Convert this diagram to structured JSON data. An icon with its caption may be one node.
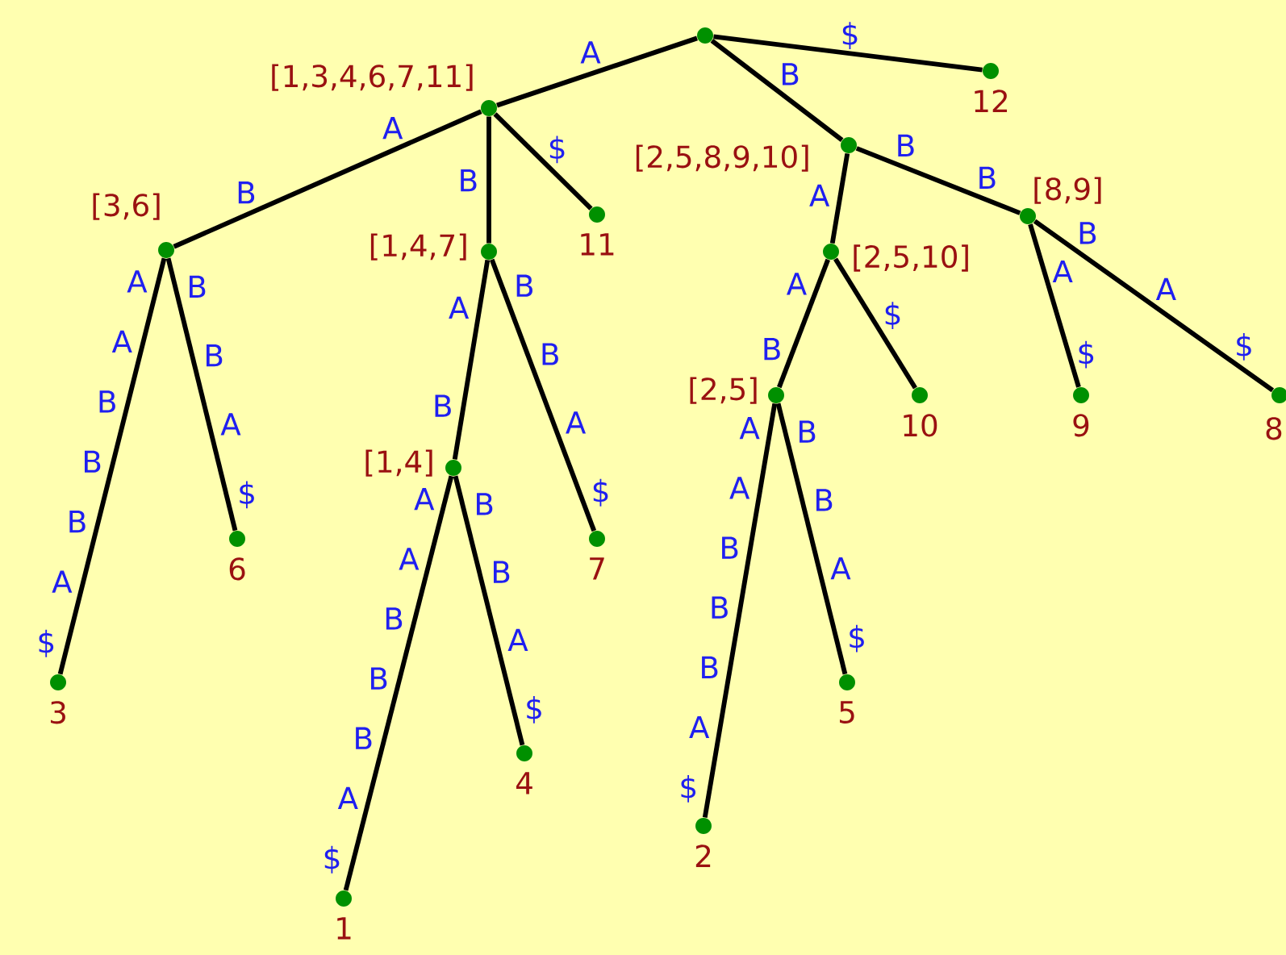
{
  "diagram": {
    "nodes": [
      {
        "text": [],
        "shape": "circle"
      },
      {
        "text": [],
        "shape": "circle",
        "beside": [
          "[1,3,4,6,7,11]"
        ]
      },
      {
        "text": [],
        "shape": "circle",
        "beside": [
          "12"
        ]
      },
      {
        "text": [],
        "shape": "circle",
        "beside": [
          "[2,5,8,9,10]"
        ]
      },
      {
        "text": [],
        "shape": "circle",
        "beside": [
          "[3,6]"
        ]
      },
      {
        "text": [],
        "shape": "circle",
        "beside": [
          "[1,4,7]"
        ]
      },
      {
        "text": [],
        "shape": "circle",
        "beside": [
          "11"
        ]
      },
      {
        "text": [],
        "shape": "circle",
        "beside": [
          "[8,9]"
        ]
      },
      {
        "text": [],
        "shape": "circle",
        "beside": [
          "[2,5,10]"
        ]
      },
      {
        "text": [],
        "shape": "circle",
        "beside": [
          "[2,5]"
        ]
      },
      {
        "text": [],
        "shape": "circle",
        "beside": [
          "10"
        ]
      },
      {
        "text": [],
        "shape": "circle",
        "beside": [
          "9"
        ]
      },
      {
        "text": [],
        "shape": "circle",
        "beside": [
          "8"
        ]
      },
      {
        "text": [],
        "shape": "circle",
        "beside": [
          "[1,4]"
        ]
      },
      {
        "text": [],
        "shape": "circle",
        "beside": [
          "6"
        ]
      },
      {
        "text": [],
        "shape": "circle",
        "beside": [
          "7"
        ]
      },
      {
        "text": [],
        "shape": "circle",
        "beside": [
          "3"
        ]
      },
      {
        "text": [],
        "shape": "circle",
        "beside": [
          "5"
        ]
      },
      {
        "text": [],
        "shape": "circle",
        "beside": [
          "4"
        ]
      },
      {
        "text": [],
        "shape": "circle",
        "beside": [
          "2"
        ]
      },
      {
        "text": [],
        "shape": "circle",
        "beside": [
          "1"
        ]
      }
    ],
    "edges": [
      {
        "from": 0,
        "to": 1,
        "arrow": "none",
        "label": "A"
      },
      {
        "from": 0,
        "to": 2,
        "arrow": "none",
        "label": "$"
      },
      {
        "from": 0,
        "to": 3,
        "arrow": "none",
        "label": "B"
      },
      {
        "from": 1,
        "to": 4,
        "arrow": "none",
        "label": "A B"
      },
      {
        "from": 1,
        "to": 5,
        "arrow": "none",
        "label": "B"
      },
      {
        "from": 1,
        "to": 6,
        "arrow": "none",
        "label": "$"
      },
      {
        "from": 4,
        "to": 16,
        "arrow": "none",
        "label": "A A B B B A $"
      },
      {
        "from": 4,
        "to": 14,
        "arrow": "none",
        "label": "B B A $"
      },
      {
        "from": 5,
        "to": 13,
        "arrow": "none",
        "label": "A B"
      },
      {
        "from": 5,
        "to": 15,
        "arrow": "none",
        "label": "B B A $"
      },
      {
        "from": 13,
        "to": 20,
        "arrow": "none",
        "label": "A A B B B A $"
      },
      {
        "from": 13,
        "to": 18,
        "arrow": "none",
        "label": "B B A $"
      },
      {
        "from": 3,
        "to": 8,
        "arrow": "none",
        "label": "A"
      },
      {
        "from": 3,
        "to": 7,
        "arrow": "none",
        "label": "B B"
      },
      {
        "from": 8,
        "to": 9,
        "arrow": "none",
        "label": "A B"
      },
      {
        "from": 8,
        "to": 10,
        "arrow": "none",
        "label": "$"
      },
      {
        "from": 9,
        "to": 19,
        "arrow": "none",
        "label": "A A B B B A $"
      },
      {
        "from": 9,
        "to": 17,
        "arrow": "none",
        "label": "B B A $"
      },
      {
        "from": 7,
        "to": 11,
        "arrow": "none",
        "label": "A $"
      },
      {
        "from": 7,
        "to": 12,
        "arrow": "none",
        "label": "B A $"
      }
    ]
  }
}
